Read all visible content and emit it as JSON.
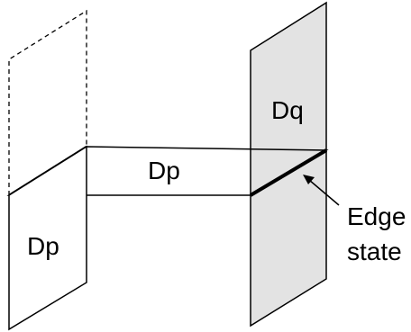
{
  "labels": {
    "dq": "Dq",
    "dp_middle": "Dp",
    "dp_left": "Dp",
    "edge_line1": "Edge",
    "edge_line2": "state"
  },
  "colors": {
    "stroke": "#000000",
    "shaded_face": "#e3e3e3",
    "background": "#ffffff"
  }
}
